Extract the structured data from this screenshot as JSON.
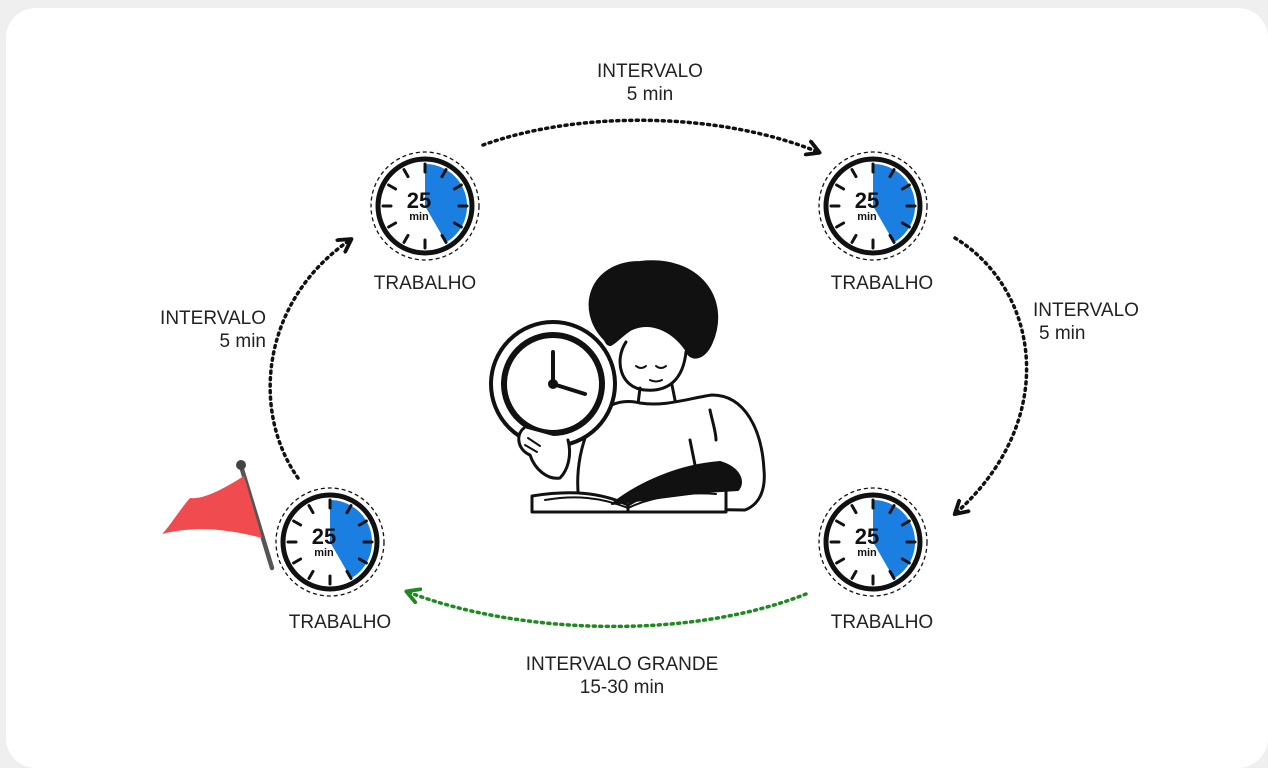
{
  "timers": [
    {
      "id": "top-left",
      "number": "25",
      "unit": "min",
      "label": "TRABALHO",
      "start_flag": false
    },
    {
      "id": "top-right",
      "number": "25",
      "unit": "min",
      "label": "TRABALHO",
      "start_flag": false
    },
    {
      "id": "bottom-right",
      "number": "25",
      "unit": "min",
      "label": "TRABALHO",
      "start_flag": false
    },
    {
      "id": "bottom-left",
      "number": "25",
      "unit": "min",
      "label": "TRABALHO",
      "start_flag": true
    }
  ],
  "intervals": {
    "top": {
      "title": "INTERVALO",
      "duration": "5 min"
    },
    "right": {
      "title": "INTERVALO",
      "duration": "5 min"
    },
    "left": {
      "title": "INTERVALO",
      "duration": "5 min"
    },
    "bottom": {
      "title": "INTERVALO GRANDE",
      "duration": "15-30 min"
    }
  },
  "colors": {
    "timer_fill": "#1a7fe0",
    "short_break_arrow": "#111111",
    "long_break_arrow": "#1f8a1f",
    "flag": "#f04b4f"
  },
  "icons": {
    "center": "person-reading-with-clock",
    "start": "start-flag-icon"
  }
}
